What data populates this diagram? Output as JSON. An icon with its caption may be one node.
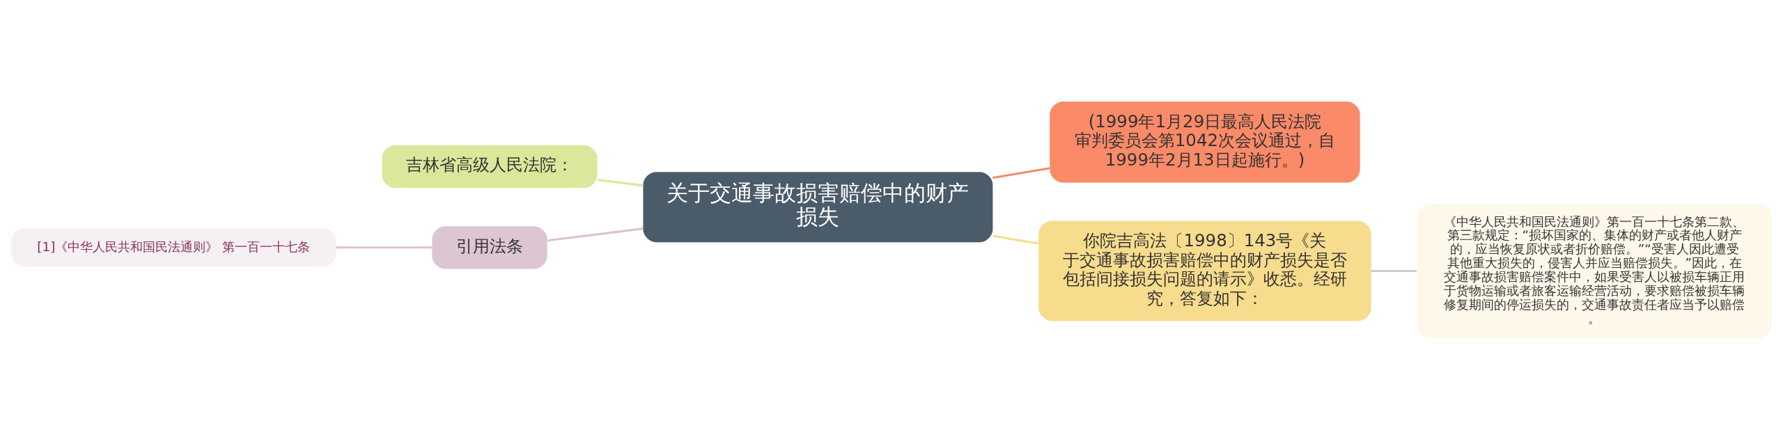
{
  "diagram": {
    "nodes": [
      {
        "text": [
          "关于交通事故损害赔偿中的财产损失"
        ]
      },
      {
        "text": [
          "(1999年1月29日最高人民法院审判委员会第1042次会议通过，自1999年2月13日起施行。)"
        ]
      },
      {
        "text": [
          "你院吉高法〔1998〕143号《关于交通事故损害赔偿中的财产损失是否包括间接损失问题的请示》收悉。经研究，答复如下："
        ]
      },
      {
        "text": [
          "《中华人民共和国民法通则》第一百一十七条第二款、第三款规定：“损坏国家的、集体的财产或者他人财产的，应当恢复原状或者折价赔偿。”“受害人因此遭受其他重大损失的，侵害人并应当赔偿损失。”因此，在交通事故损害赔偿案件中，如果受害人以被损车辆正用于货物运输或者旅客运输经营活动，要求赔偿被损车辆修复期间的停运损失的，交通事故责任者应当予以赔偿。"
        ]
      },
      {
        "text": [
          "吉林省高级人民法院："
        ]
      },
      {
        "text": [
          "引用法条"
        ]
      },
      {
        "text": [
          "[1]《中华人民共和国民法通则》 第一百一十七条"
        ]
      }
    ],
    "edges": [
      {
        "from": 0,
        "to": 1,
        "arrow": "none",
        "color": "#f08a6b"
      },
      {
        "from": 0,
        "to": 2,
        "arrow": "none",
        "color": "#f6dc8c"
      },
      {
        "from": 2,
        "to": 3,
        "arrow": "none",
        "color": "#cccccc"
      },
      {
        "from": 0,
        "to": 4,
        "arrow": "none",
        "color": "#d9e89a"
      },
      {
        "from": 0,
        "to": 5,
        "arrow": "none",
        "color": "#d8c4d0"
      },
      {
        "from": 5,
        "to": 6,
        "arrow": "none",
        "color": "#d8c4d0"
      }
    ]
  }
}
